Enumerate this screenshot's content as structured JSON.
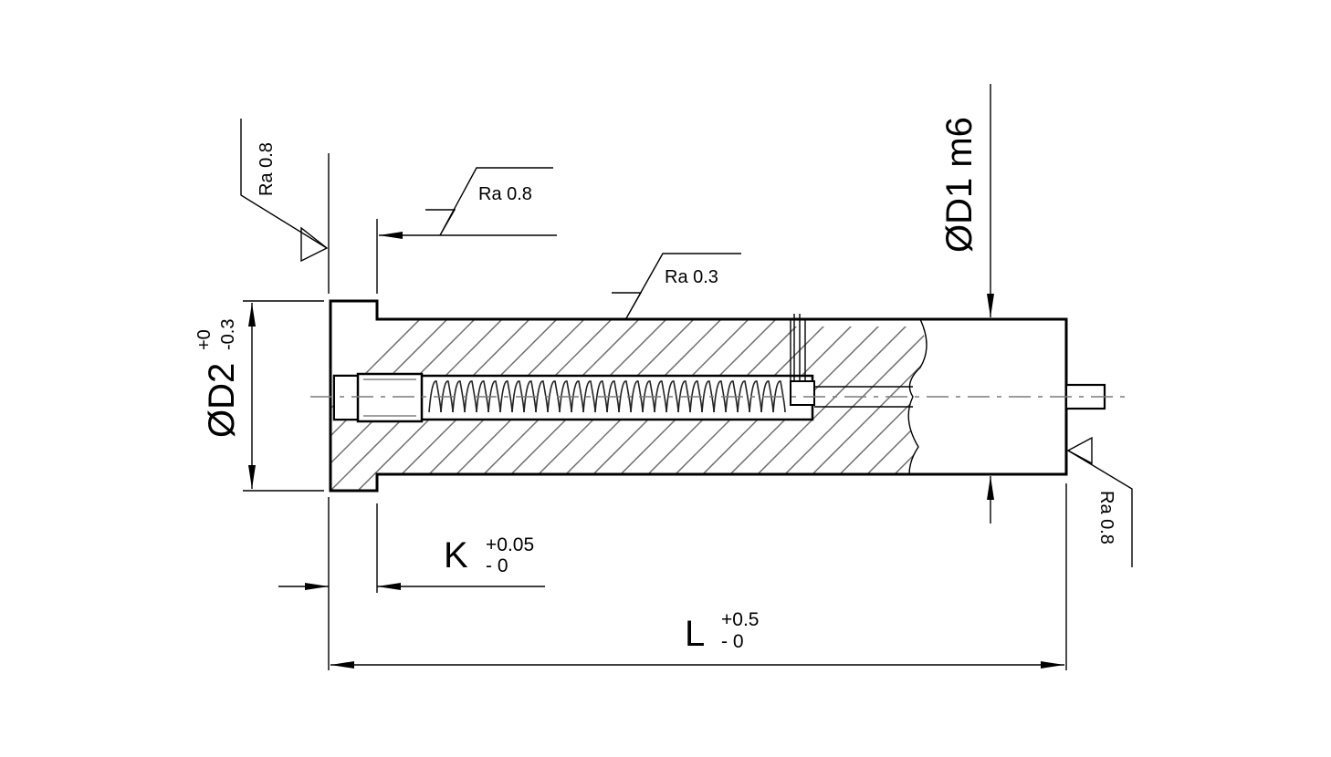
{
  "dimensions": {
    "d1": "ØD1 m6",
    "d2": {
      "main": "ØD2",
      "tol_upper": "+0",
      "tol_lower": "-0.3"
    },
    "k": {
      "main": "K",
      "tol_upper": "+0.05",
      "tol_lower": "- 0"
    },
    "l": {
      "main": "L",
      "tol_upper": "+0.5",
      "tol_lower": "- 0"
    }
  },
  "surface_finish": {
    "head_face": "Ra 0.8",
    "shoulder": "Ra 0.8",
    "body": "Ra 0.3",
    "end_face": "Ra 0.8"
  },
  "colors": {
    "line": "#000000",
    "hatch": "#6e6e6e",
    "centerline": "#7a7a7a"
  }
}
